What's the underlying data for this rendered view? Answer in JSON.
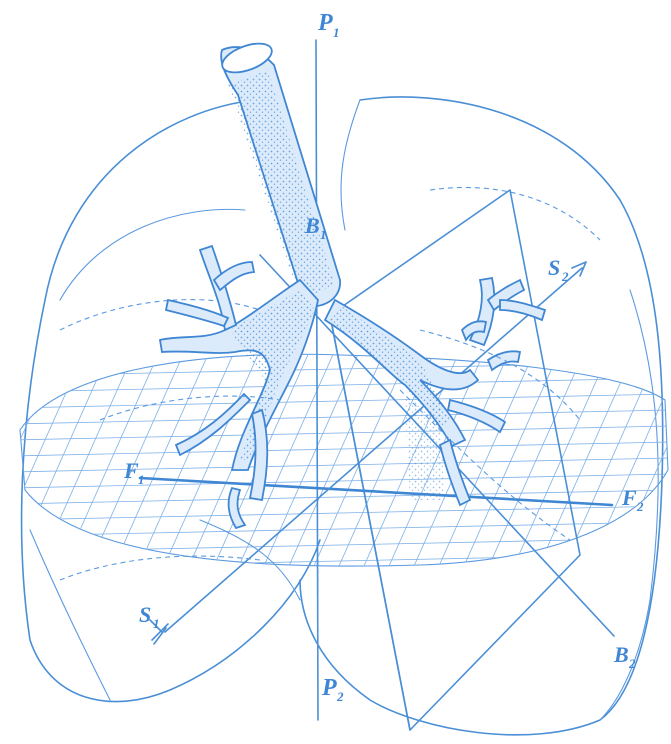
{
  "labels": {
    "p1": "P",
    "p1_sub": "1",
    "p2": "P",
    "p2_sub": "2",
    "b1": "B",
    "b1_sub": "1",
    "b2": "B",
    "b2_sub": "2",
    "f1": "F",
    "f1_sub": "1",
    "f2": "F",
    "f2_sub": "2",
    "s1": "S",
    "s1_sub": "1",
    "s2": "S",
    "s2_sub": "2"
  },
  "colors": {
    "ink": "#4a8fd6",
    "background": "#ffffff"
  }
}
